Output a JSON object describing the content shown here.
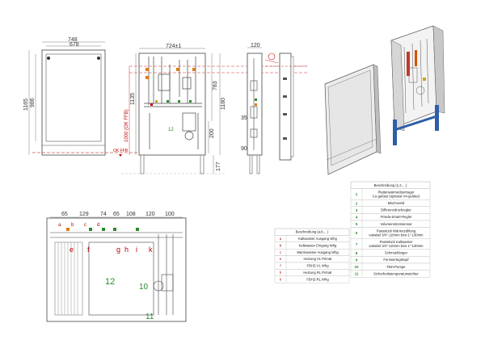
{
  "front_view": {
    "dim_width_outer": "748",
    "dim_width_inner": "678",
    "dim_height_outer": "1165",
    "dim_height_inner": "986",
    "level_label": "OK FFB"
  },
  "open_view": {
    "dim_width": "724±1",
    "dim_height_ffb": "1000 (OK FFB)",
    "dim_height_1135": "1135",
    "dim_height_783": "783",
    "dim_height_1180": "1180",
    "dim_200": "200",
    "dim_177": "177",
    "label_12": "12"
  },
  "side_view": {
    "dim_depth": "120",
    "dim_35": "35",
    "dim_90": "90"
  },
  "bottom_view": {
    "dims": [
      "65",
      "129",
      "74",
      "65",
      "108",
      "120",
      "100"
    ],
    "letters": [
      "a",
      "b",
      "c",
      "d",
      "e",
      "f",
      "g",
      "h",
      "i",
      "k"
    ],
    "num_12": "12",
    "num_10": "10",
    "num_11": "11"
  },
  "legend_letters": {
    "header": "Beschreibung (a,b,…)",
    "rows": [
      {
        "key": "a",
        "text": "Kaltwasser Ausgang Whg"
      },
      {
        "key": "b",
        "text": "Kaltwasser Eingang Whg"
      },
      {
        "key": "c",
        "text": "Warmwasser Ausgang Whg"
      },
      {
        "key": "e",
        "text": "Heizung VL Primär"
      },
      {
        "key": "f",
        "text": "FBHZ-VL Whg"
      },
      {
        "key": "h",
        "text": "Heizung RL Primär"
      },
      {
        "key": "k",
        "text": "FBHZ-RL Whg"
      }
    ]
  },
  "legend_numbers": {
    "header": "Beschreibung (1,2,…)",
    "rows": [
      {
        "key": "1",
        "lines": [
          "Plattenwärmeübertrager",
          "Cu-gelötet (optional V4-gelötet)"
        ]
      },
      {
        "key": "2",
        "lines": [
          "Mischventil"
        ]
      },
      {
        "key": "3",
        "lines": [
          "Differenzdruckregler"
        ]
      },
      {
        "key": "4",
        "lines": [
          "Frisela-Smart-Regler"
        ]
      },
      {
        "key": "5",
        "lines": [
          "Volumenstromsensor"
        ]
      },
      {
        "key": "6",
        "lines": [
          "Passstück Wärmezählung",
          "variabel 3/4\"-110mm bzw 1\"-130mm"
        ]
      },
      {
        "key": "7",
        "lines": [
          "Passstück Kaltwasser",
          "variabel 3/4\"-110mm bzw 1\"-130mm"
        ]
      },
      {
        "key": "8",
        "lines": [
          "Schmutzfänger"
        ]
      },
      {
        "key": "9",
        "lines": [
          "Fernwertegskopf"
        ]
      },
      {
        "key": "10",
        "lines": [
          "FBH-Pumpe"
        ]
      },
      {
        "key": "11",
        "lines": [
          "Sicherheitstemperaturwächter"
        ]
      }
    ]
  },
  "colors": {
    "line": "#333333",
    "red": "#c00000",
    "green": "#2a8a2a",
    "blue_leg": "#2e5ea8"
  }
}
